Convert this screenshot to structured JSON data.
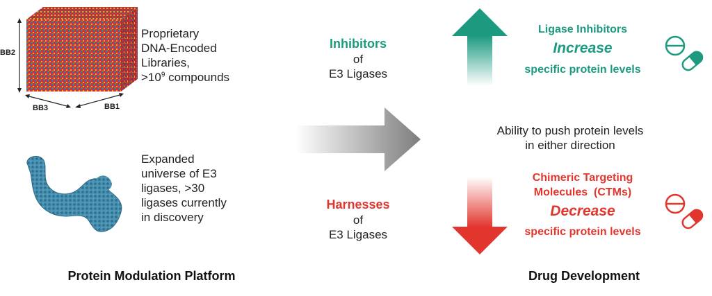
{
  "colors": {
    "teal": "#1b9a80",
    "red": "#e2352d",
    "gray": "#8a8a8a",
    "cube_red": "#d6322e",
    "protein_blue": "#3f88a8"
  },
  "icons": {
    "cube": "dna-encoded-library-cube-icon",
    "protein": "e3-ligase-protein-icon",
    "up_arrow": "up-arrow-icon",
    "down_arrow": "down-arrow-icon",
    "center_arrow": "right-arrow-icon",
    "pill_upper": "pill-capsule-icon",
    "pill_lower": "pill-capsule-icon"
  },
  "left": {
    "cube_labels": {
      "bb2": "BB2",
      "bb3": "BB3",
      "bb1": "BB1"
    },
    "library_text": {
      "line1": "Proprietary",
      "line2": "DNA-Encoded",
      "line3": "Libraries,",
      "line4_prefix": ">10",
      "line4_sup": "9",
      "line4_suffix": " compounds"
    },
    "universe_text": {
      "line1": "Expanded",
      "line2": "universe of E3",
      "line3": "ligases, >30",
      "line4": "ligases currently",
      "line5": "in discovery"
    },
    "footer": "Protein Modulation Platform"
  },
  "middle": {
    "inhibitors": {
      "title": "Inhibitors",
      "of": "of",
      "target": "E3 Ligases"
    },
    "harnesses": {
      "title": "Harnesses",
      "of": "of",
      "target": "E3 Ligases"
    }
  },
  "right": {
    "upper": {
      "line1": "Ligase Inhibitors",
      "emphasis": "Increase",
      "line3": "specific protein levels"
    },
    "middle_text": {
      "line1": "Ability to push protein levels",
      "line2": "in either direction"
    },
    "lower": {
      "line1": "Chimeric Targeting",
      "line2": "Molecules  (CTMs)",
      "emphasis": "Decrease",
      "line4": "specific protein levels"
    },
    "footer": "Drug Development"
  }
}
